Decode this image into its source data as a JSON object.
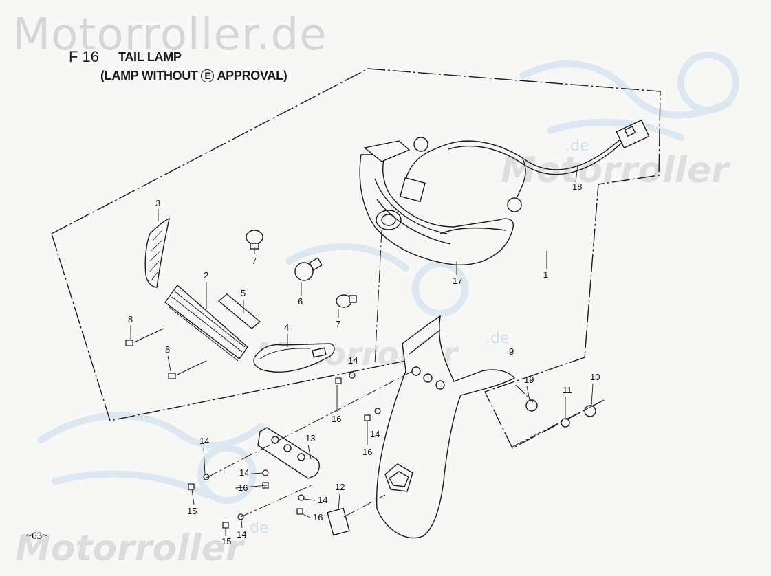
{
  "watermark": {
    "top": "Motorroller.de",
    "bottom": "Motorroller",
    "right": "Motorroller",
    "middle": "Motorroller",
    "suffix": ".de"
  },
  "title": {
    "code": "F 16",
    "main": "TAIL LAMP",
    "sub_prefix": "(LAMP WITHOUT ",
    "sub_mark": "E",
    "sub_suffix": " APPROVAL)"
  },
  "page_number": "~63~",
  "callouts": {
    "c1": "1",
    "c2": "2",
    "c3": "3",
    "c4": "4",
    "c5": "5",
    "c6": "6",
    "c7a": "7",
    "c7b": "7",
    "c8a": "8",
    "c8b": "8",
    "c9": "9",
    "c10": "10",
    "c11": "11",
    "c12": "12",
    "c13": "13",
    "c14a": "14",
    "c14b": "14",
    "c14c": "14",
    "c14d": "14",
    "c14e": "14",
    "c14f": "14",
    "c15a": "15",
    "c15b": "15",
    "c16a": "16",
    "c16b": "16",
    "c16c": "16",
    "c16d": "16",
    "c17": "17",
    "c18": "18",
    "c19": "19"
  },
  "colors": {
    "ink": "#1a1a1a",
    "watermark_gray": "#d6d6d6",
    "watermark_blue": "#cfe0ee",
    "paper": "#f7f7f5"
  }
}
